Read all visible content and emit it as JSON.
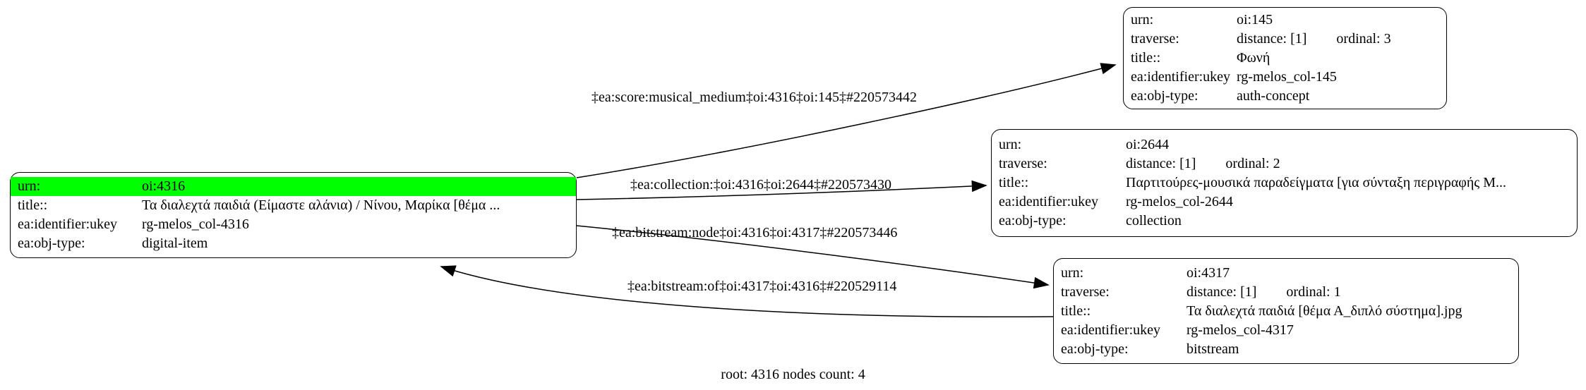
{
  "colors": {
    "highlight": "#00ff00",
    "node_border": "#000000",
    "background": "#ffffff"
  },
  "footer": "root: 4316 nodes count: 4",
  "nodes": {
    "n4316": {
      "urn_label": "urn:",
      "urn_value": "oi:4316",
      "title_label": "title::",
      "title_value": "Τα διαλεχτά παιδιά (Είμαστε αλάνια) / Νίνου, Μαρίκα [θέμα ...",
      "ukey_label": "ea:identifier:ukey",
      "ukey_value": "rg-melos_col-4316",
      "objtype_label": "ea:obj-type:",
      "objtype_value": "digital-item"
    },
    "n145": {
      "urn_label": "urn:",
      "urn_value": "oi:145",
      "traverse_label": "traverse:",
      "traverse_distance": "distance: [1]",
      "traverse_ordinal": "ordinal: 3",
      "title_label": "title::",
      "title_value": "Φωνή",
      "ukey_label": "ea:identifier:ukey",
      "ukey_value": "rg-melos_col-145",
      "objtype_label": "ea:obj-type:",
      "objtype_value": "auth-concept"
    },
    "n2644": {
      "urn_label": "urn:",
      "urn_value": "oi:2644",
      "traverse_label": "traverse:",
      "traverse_distance": "distance: [1]",
      "traverse_ordinal": "ordinal: 2",
      "title_label": "title::",
      "title_value": "Παρτιτούρες-μουσικά παραδείγματα [για σύνταξη περιγραφής Μ...",
      "ukey_label": "ea:identifier:ukey",
      "ukey_value": "rg-melos_col-2644",
      "objtype_label": "ea:obj-type:",
      "objtype_value": "collection"
    },
    "n4317": {
      "urn_label": "urn:",
      "urn_value": "oi:4317",
      "traverse_label": "traverse:",
      "traverse_distance": "distance: [1]",
      "traverse_ordinal": "ordinal: 1",
      "title_label": "title::",
      "title_value": "Τα διαλεχτά παιδιά [θέμα Α_διπλό σύστημα].jpg",
      "ukey_label": "ea:identifier:ukey",
      "ukey_value": "rg-melos_col-4317",
      "objtype_label": "ea:obj-type:",
      "objtype_value": "bitstream"
    }
  },
  "edges": [
    {
      "name": "score-musical-medium",
      "label": "‡ea:score:musical_medium‡oi:4316‡oi:145‡#220573442"
    },
    {
      "name": "collection",
      "label": "‡ea:collection:‡oi:4316‡oi:2644‡#220573430"
    },
    {
      "name": "bitstream-node",
      "label": "‡ea:bitstream:node‡oi:4316‡oi:4317‡#220573446"
    },
    {
      "name": "bitstream-of",
      "label": "‡ea:bitstream:of‡oi:4317‡oi:4316‡#220529114"
    }
  ]
}
